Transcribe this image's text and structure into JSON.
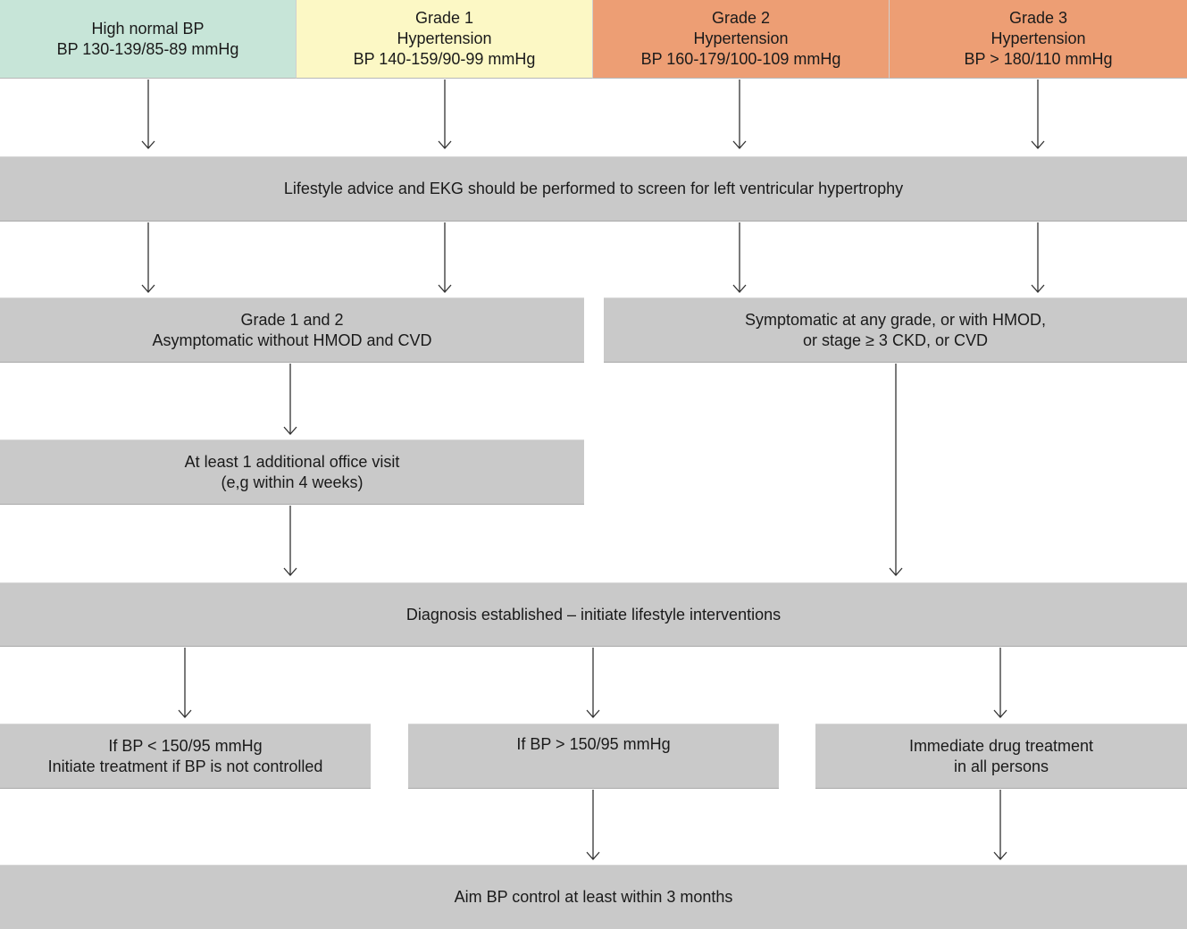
{
  "colors": {
    "high_normal": "#c7e5d8",
    "grade1": "#fcf8c5",
    "grade2": "#ed9e74",
    "grade3": "#ed9e74",
    "box": "#c9c9c9",
    "arrow": "#333333"
  },
  "grades": [
    {
      "lines": [
        "High normal BP",
        "BP 130-139/85-89 mmHg"
      ]
    },
    {
      "lines": [
        "Grade 1",
        "Hypertension",
        "BP 140-159/90-99 mmHg"
      ]
    },
    {
      "lines": [
        "Grade 2",
        "Hypertension",
        "BP 160-179/100-109 mmHg"
      ]
    },
    {
      "lines": [
        "Grade 3",
        "Hypertension",
        "BP > 180/110  mmHg"
      ]
    }
  ],
  "lifestyle_box": {
    "text": "Lifestyle advice and EKG should be performed to screen for left ventricular hypertrophy"
  },
  "asymptomatic_box": {
    "lines": [
      "Grade 1 and 2",
      "Asymptomatic without HMOD and CVD"
    ]
  },
  "symptomatic_box": {
    "lines": [
      "Symptomatic at any grade, or with HMOD,",
      "or stage ≥ 3 CKD, or CVD"
    ]
  },
  "office_visit_box": {
    "lines": [
      "At least 1 additional office visit",
      "(e,g within 4 weeks)"
    ]
  },
  "diagnosis_box": {
    "text": "Diagnosis established – initiate lifestyle interventions"
  },
  "treatment_boxes": [
    {
      "lines": [
        "If BP < 150/95 mmHg",
        "Initiate treatment if BP is not controlled"
      ]
    },
    {
      "lines": [
        "If BP > 150/95 mmHg"
      ]
    },
    {
      "lines": [
        "Immediate drug treatment",
        "in all persons"
      ]
    }
  ],
  "aim_box": {
    "text": "Aim BP control at least within 3 months"
  }
}
